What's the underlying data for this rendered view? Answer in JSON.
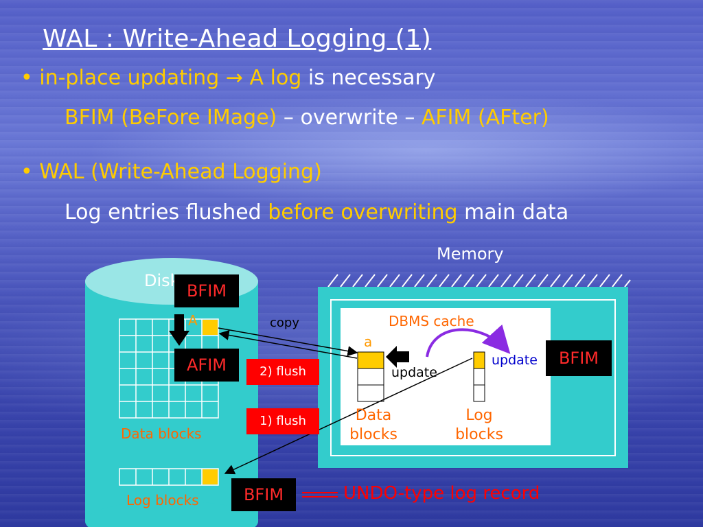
{
  "title": "WAL : Write-Ahead Logging  (1)",
  "bullet1": {
    "part1": "in-place updating",
    "arrow": "→",
    "part2": "A log",
    "part3": "is necessary",
    "sub": {
      "bfim": "BFIM (BeFore IMage)",
      "dash1": "–",
      "mid": "overwrite",
      "dash2": "–",
      "afim": "AFIM (AFter)"
    }
  },
  "bullet2": {
    "text": "WAL (Write-Ahead Logging)",
    "sub": {
      "part1": "Log entries flushed",
      "part2": "before overwriting",
      "part3": "main data"
    }
  },
  "diagram": {
    "disk_label": "Disk",
    "memory_label": "Memory",
    "bfim_top": "BFIM",
    "a_disk": "A",
    "afim": "AFIM",
    "copy": "copy",
    "flush2": "2) flush",
    "flush1": "1) flush",
    "data_blocks_disk": "Data blocks",
    "log_blocks_disk": "Log blocks",
    "dbms_cache": "DBMS cache",
    "a_cache": "a",
    "update_left": "update",
    "update_right": "update",
    "bfim_right": "BFIM",
    "data_blocks_cache": "Data blocks",
    "log_blocks_cache": "Log blocks",
    "bfim_bottom": "BFIM",
    "undo_note": "UNDO-type log record"
  },
  "colors": {
    "bullet_yellow": "#ffcc00",
    "cylinder": "#33cccc",
    "memory_box": "#33cccc",
    "red_label": "#ff0000",
    "orange_text": "#ff6600",
    "highlight_block": "#ffcc00"
  }
}
